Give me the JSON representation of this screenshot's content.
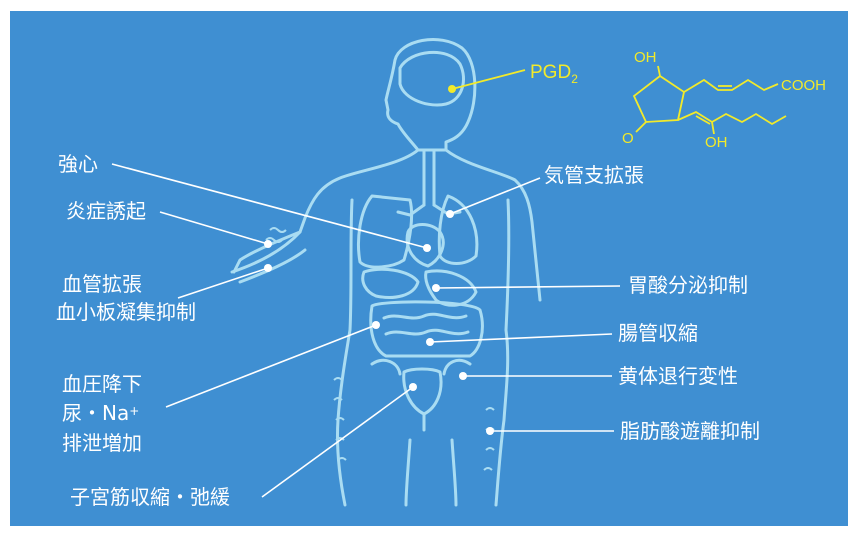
{
  "title": {
    "main": "PGD",
    "subscript": "2"
  },
  "structure": {
    "oh_top": "OH",
    "cooh": "COOH",
    "o": "O",
    "oh_bottom": "OH"
  },
  "left_labels": {
    "cardiac": "強心",
    "inflammation": "炎症誘起",
    "vasodilation": "血管拡張",
    "platelet": "血小板凝集抑制",
    "hypotension": "血圧降下",
    "urine_na": "尿・Na",
    "urine_na_sup": "+",
    "excretion": "排泄増加",
    "uterus": "子宮筋収縮・弛緩"
  },
  "right_labels": {
    "bronchodilation": "気管支拡張",
    "gastric": "胃酸分泌抑制",
    "intestinal": "腸管収縮",
    "luteolysis": "黄体退行変性",
    "lipolysis": "脂肪酸遊離抑制"
  },
  "colors": {
    "background": "#3f8fd2",
    "outline": "#a9dcf2",
    "label": "#ffffff",
    "accent": "#f2ea2a"
  }
}
